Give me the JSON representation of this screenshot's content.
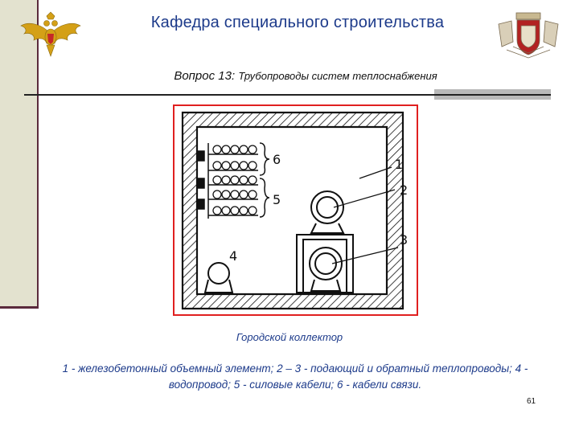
{
  "header": {
    "title": "Кафедра специального строительства"
  },
  "question": {
    "label": "Вопрос 13:",
    "topic": "Трубопроводы систем теплоснабжения"
  },
  "figure": {
    "labels": [
      "1",
      "2",
      "3",
      "4",
      "5",
      "6"
    ]
  },
  "caption": "Городской коллектор",
  "legend": {
    "line1": "1 - железобетонный объемный элемент; 2 – 3 - подающий и обратный теплопроводы; 4 -",
    "line2": "водопровод; 5 - силовые кабели; 6 - кабели связи."
  },
  "page_number": "61",
  "colors": {
    "title_blue": "#1c3a8a",
    "frame_red": "#e02020",
    "band_beige": "#e3e2cf",
    "band_edge": "#5b2a3c"
  },
  "icons": {
    "left_emblem": "double-headed-eagle-emblem-icon",
    "right_emblem": "department-crest-icon"
  }
}
